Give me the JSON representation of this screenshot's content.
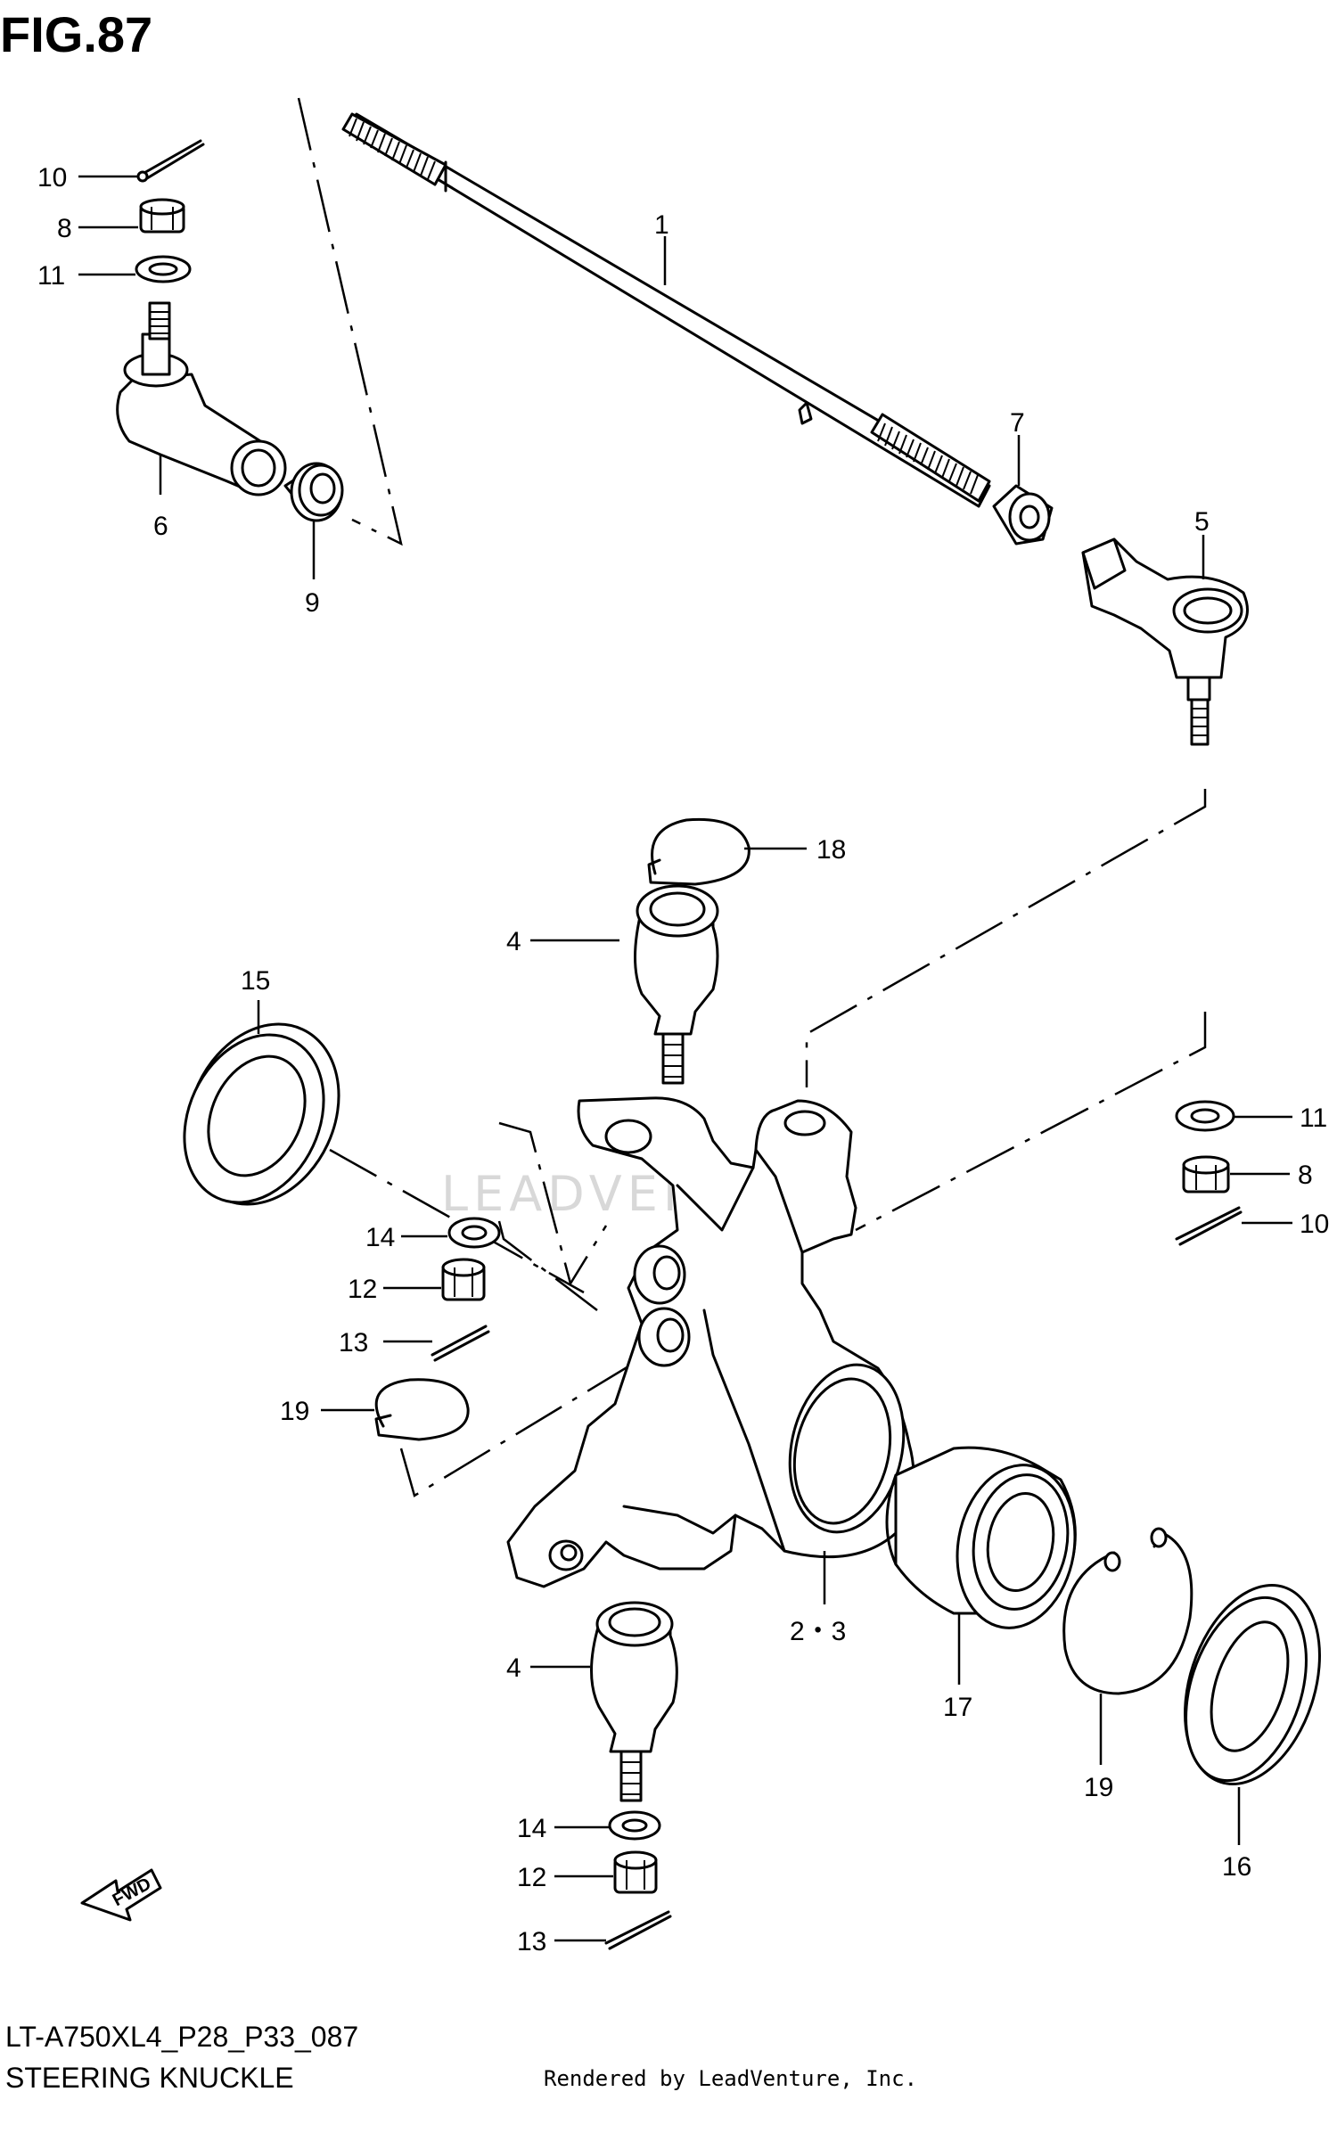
{
  "figure": {
    "title": "FIG.87",
    "model_code": "LT-A750XL4_P28_P33_087",
    "section_name": "STEERING KNUCKLE",
    "credit": "Rendered by LeadVenture, Inc.",
    "watermark": "LEADVENTURE",
    "fwd_badge": "FWD"
  },
  "callouts": [
    {
      "id": "c1",
      "text": "1"
    },
    {
      "id": "c5",
      "text": "5"
    },
    {
      "id": "c6",
      "text": "6"
    },
    {
      "id": "c7",
      "text": "7"
    },
    {
      "id": "c9",
      "text": "9"
    },
    {
      "id": "c10a",
      "text": "10"
    },
    {
      "id": "c8a",
      "text": "8"
    },
    {
      "id": "c11a",
      "text": "11"
    },
    {
      "id": "c18",
      "text": "18"
    },
    {
      "id": "c4a",
      "text": "4"
    },
    {
      "id": "c15",
      "text": "15"
    },
    {
      "id": "c11b",
      "text": "11"
    },
    {
      "id": "c8b",
      "text": "8"
    },
    {
      "id": "c10b",
      "text": "10"
    },
    {
      "id": "c14a",
      "text": "14"
    },
    {
      "id": "c12a",
      "text": "12"
    },
    {
      "id": "c13a",
      "text": "13"
    },
    {
      "id": "c19a",
      "text": "19"
    },
    {
      "id": "c23",
      "text": "2・3"
    },
    {
      "id": "c4b",
      "text": "4"
    },
    {
      "id": "c17",
      "text": "17"
    },
    {
      "id": "c19b",
      "text": "19"
    },
    {
      "id": "c16",
      "text": "16"
    },
    {
      "id": "c14b",
      "text": "14"
    },
    {
      "id": "c12b",
      "text": "12"
    },
    {
      "id": "c13b",
      "text": "13"
    }
  ]
}
